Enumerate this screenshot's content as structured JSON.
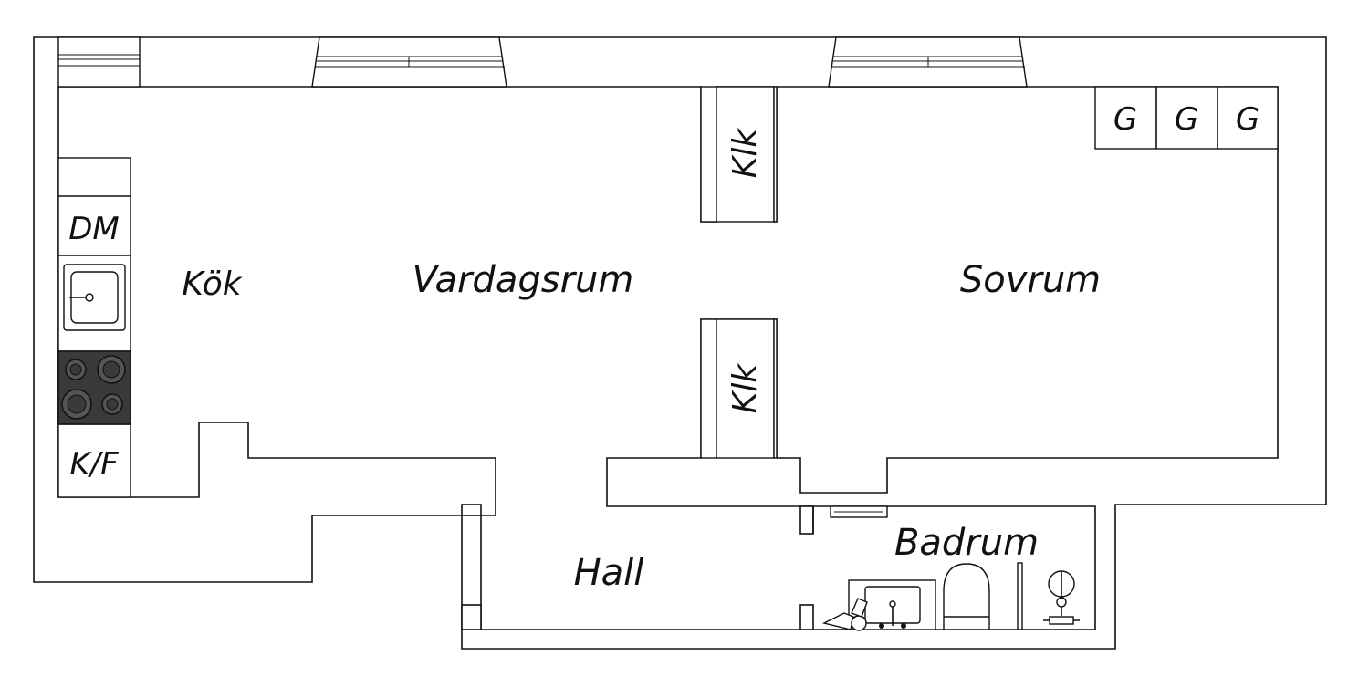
{
  "rooms": {
    "kok": "Kök",
    "vardagsrum": "Vardagsrum",
    "sovrum": "Sovrum",
    "hall": "Hall",
    "badrum": "Badrum"
  },
  "closets": {
    "upper": "Klk",
    "lower": "Klk"
  },
  "kitchen": {
    "dishwasher": "DM",
    "fridge_freezer": "K/F"
  },
  "wardrobes": [
    "G",
    "G",
    "G"
  ],
  "colors": {
    "wall": "#111111",
    "stove": "#3a3a3a",
    "background": "#ffffff"
  }
}
